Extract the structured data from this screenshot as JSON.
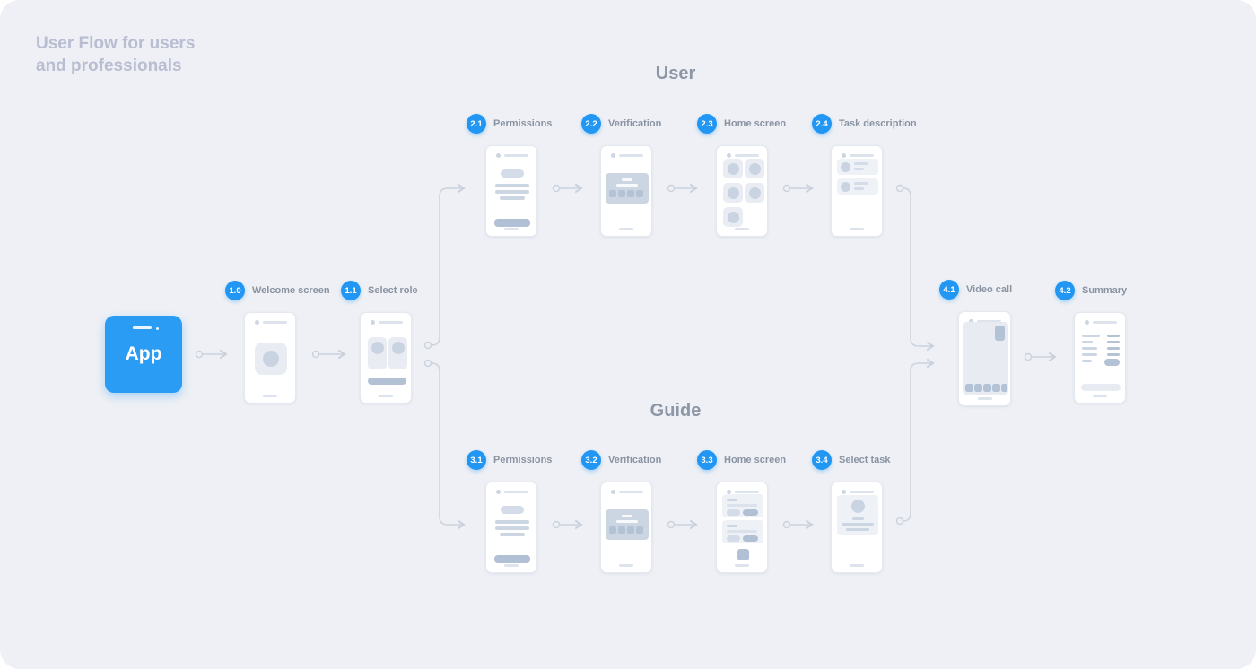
{
  "title": {
    "line1": "User Flow for users",
    "line2": "and professionals"
  },
  "sections": {
    "user": "User",
    "guide": "Guide"
  },
  "app_node": {
    "label": "App"
  },
  "nodes": {
    "welcome": {
      "id": "1.0",
      "label": "Welcome screen"
    },
    "select_role": {
      "id": "1.1",
      "label": "Select role"
    },
    "user_permissions": {
      "id": "2.1",
      "label": "Permissions"
    },
    "user_verification": {
      "id": "2.2",
      "label": "Verification"
    },
    "user_home": {
      "id": "2.3",
      "label": "Home screen"
    },
    "user_task_description": {
      "id": "2.4",
      "label": "Task description"
    },
    "guide_permissions": {
      "id": "3.1",
      "label": "Permissions"
    },
    "guide_verification": {
      "id": "3.2",
      "label": "Verification"
    },
    "guide_home": {
      "id": "3.3",
      "label": "Home screen"
    },
    "guide_select_task": {
      "id": "3.4",
      "label": "Select task"
    },
    "video_call": {
      "id": "4.1",
      "label": "Video call"
    },
    "summary": {
      "id": "4.2",
      "label": "Summary"
    }
  },
  "colors": {
    "background": "#eef0f5",
    "accent_blue": "#2196f3",
    "app_blue": "#2b9cf4",
    "connector_gray": "#ccd3dd",
    "heading_gray": "#8c96a5",
    "title_lavender": "#b8bdd1",
    "label_gray": "#8a93a2"
  }
}
